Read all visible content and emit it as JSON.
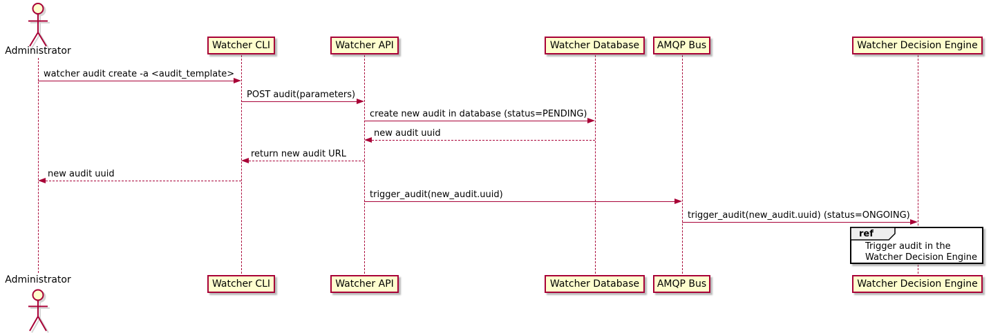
{
  "diagram_type": "sequence",
  "actor": {
    "name": "Administrator"
  },
  "participants": [
    {
      "label": "Watcher CLI"
    },
    {
      "label": "Watcher API"
    },
    {
      "label": "Watcher Database"
    },
    {
      "label": "AMQP Bus"
    },
    {
      "label": "Watcher Decision Engine"
    }
  ],
  "messages": [
    {
      "label": "watcher audit create -a <audit_template>",
      "from": "Administrator",
      "to": "Watcher CLI",
      "line": "solid"
    },
    {
      "label": "POST audit(parameters)",
      "from": "Watcher CLI",
      "to": "Watcher API",
      "line": "solid"
    },
    {
      "label": "create new audit in database (status=PENDING)",
      "from": "Watcher API",
      "to": "Watcher Database",
      "line": "solid"
    },
    {
      "label": "new audit uuid",
      "from": "Watcher Database",
      "to": "Watcher API",
      "line": "dashed"
    },
    {
      "label": "return new audit URL",
      "from": "Watcher API",
      "to": "Watcher CLI",
      "line": "dashed"
    },
    {
      "label": "new audit uuid",
      "from": "Watcher CLI",
      "to": "Administrator",
      "line": "dashed"
    },
    {
      "label": "trigger_audit(new_audit.uuid)",
      "from": "Watcher API",
      "to": "AMQP Bus",
      "line": "solid"
    },
    {
      "label": "trigger_audit(new_audit.uuid) (status=ONGOING)",
      "from": "AMQP Bus",
      "to": "Watcher Decision Engine",
      "line": "solid"
    }
  ],
  "ref": {
    "keyword": "ref",
    "line1": "Trigger audit in the",
    "line2": "Watcher Decision Engine"
  },
  "colors": {
    "participant_fill": "#FEFECE",
    "line_and_border": "#A80036",
    "text": "#000000",
    "ref_border": "#000000",
    "ref_header_fill": "#EEEEEE"
  }
}
